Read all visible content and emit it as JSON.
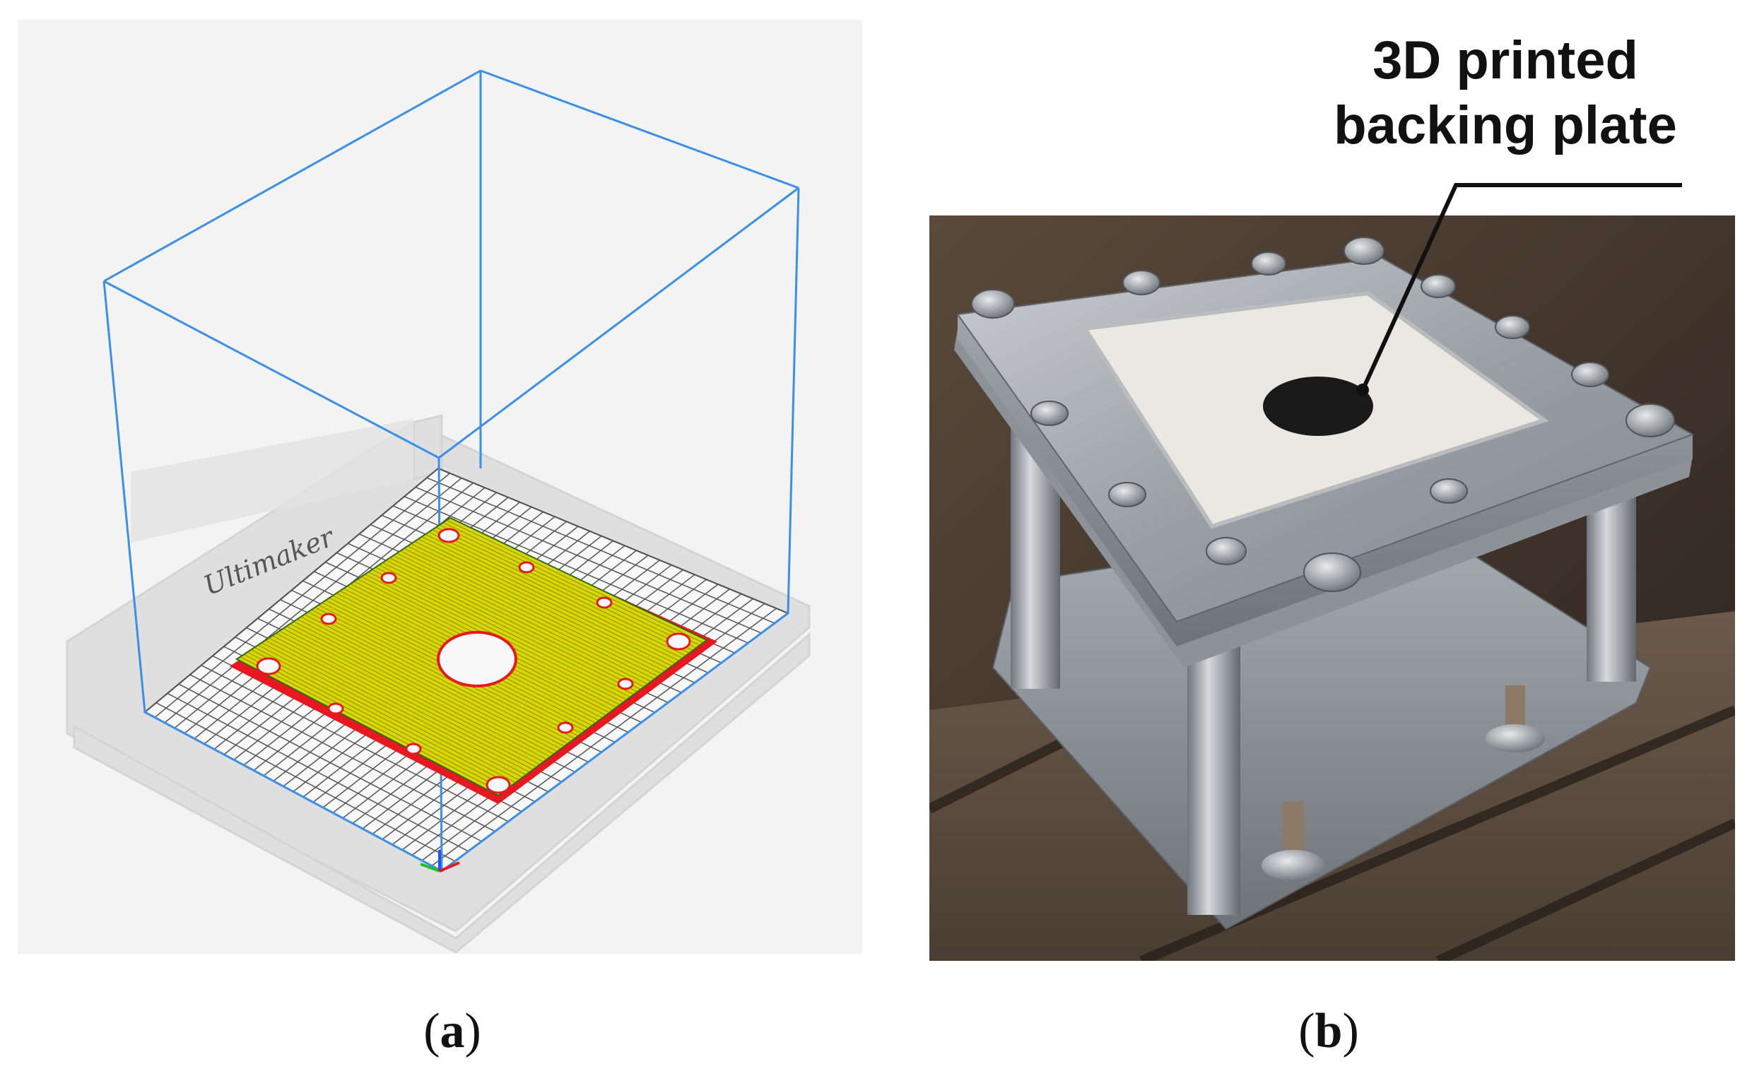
{
  "panel_a": {
    "caption_letter": "a",
    "brand_text": "Ultimaker",
    "colors": {
      "frame": "#3a8fe8",
      "infill": "#d6d600",
      "outline": "#e8141c",
      "grid": "#555555",
      "background": "#f2f2f2"
    }
  },
  "panel_b": {
    "caption_letter": "b",
    "annotation_line1": "3D printed",
    "annotation_line2": "backing plate"
  }
}
